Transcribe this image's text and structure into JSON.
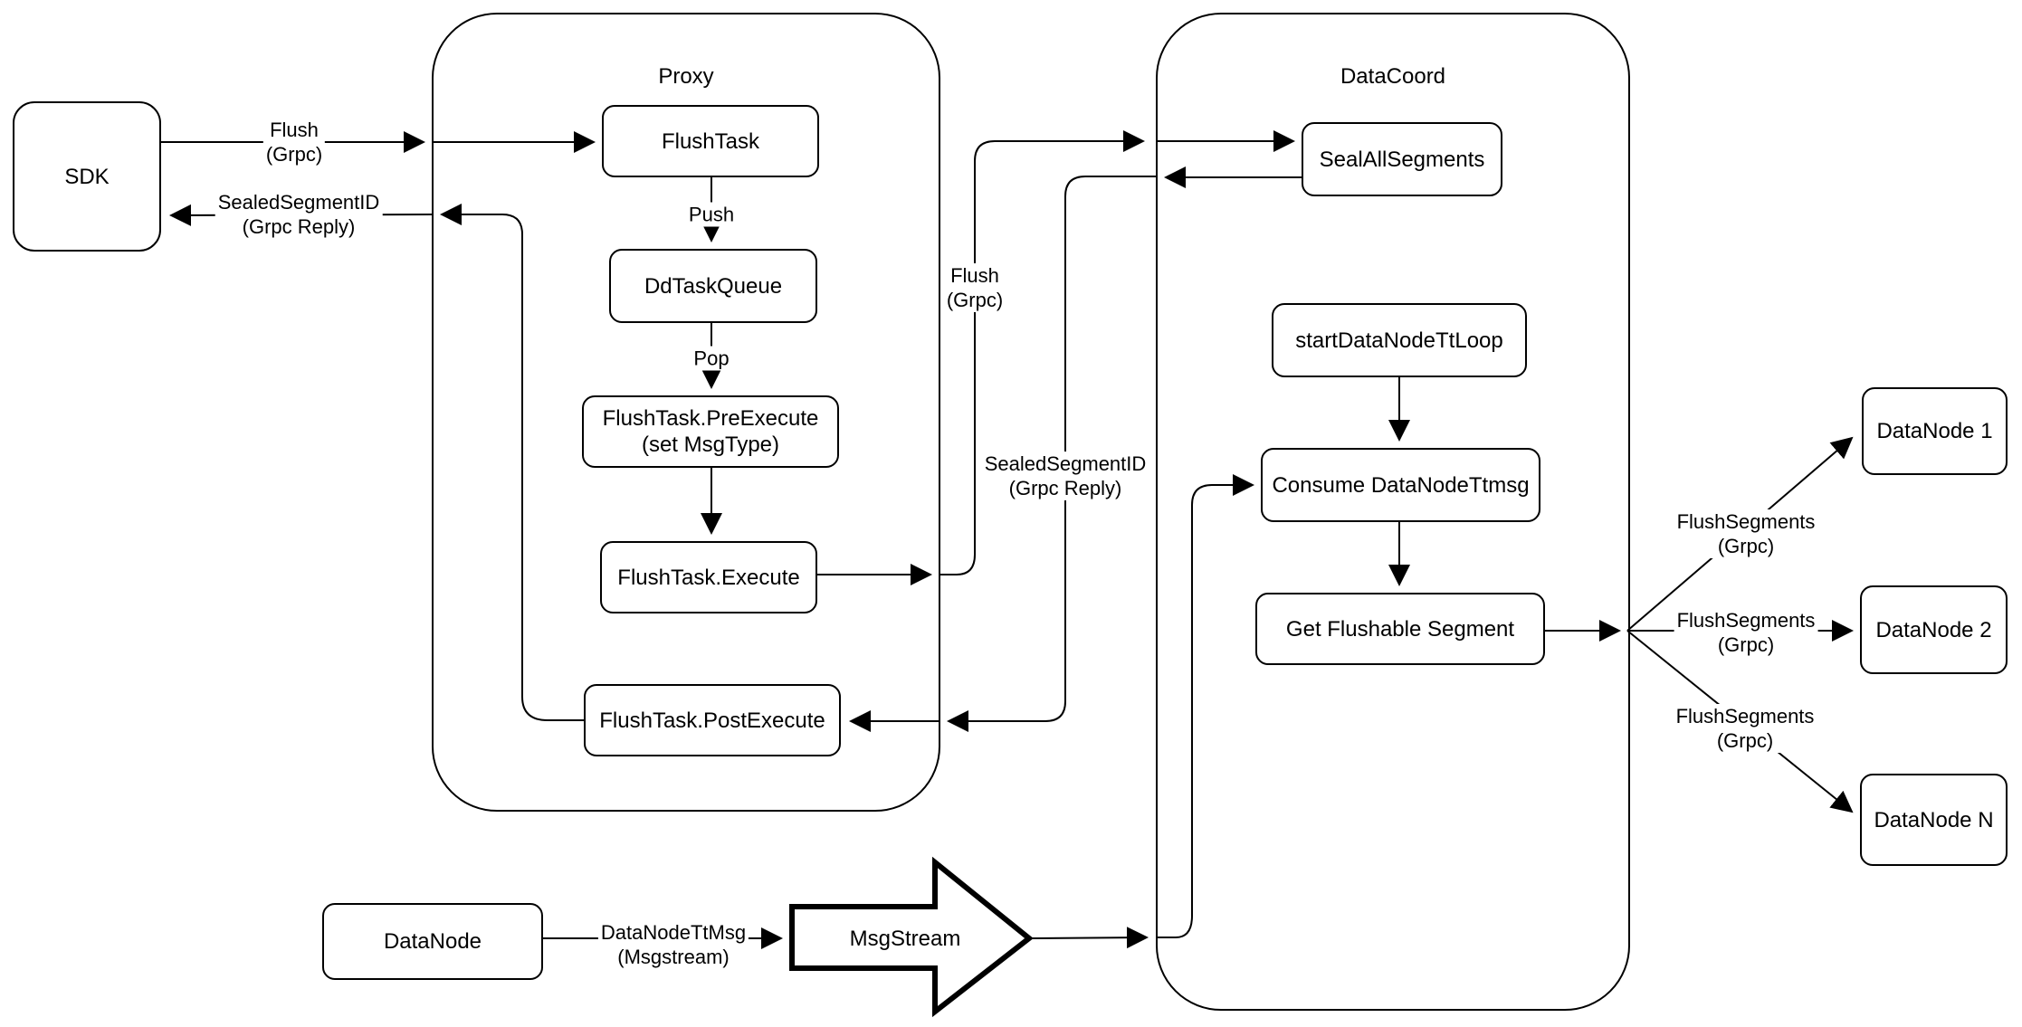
{
  "diagram": {
    "background_color": "#ffffff",
    "stroke_color": "#000000",
    "containers": {
      "proxy": {
        "label": "Proxy"
      },
      "datacoord": {
        "label": "DataCoord"
      }
    },
    "nodes": {
      "sdk": {
        "label": "SDK"
      },
      "flush_task": {
        "label": "FlushTask"
      },
      "dd_task_queue": {
        "label": "DdTaskQueue"
      },
      "pre_execute": {
        "line1": "FlushTask.PreExecute",
        "line2": "(set MsgType)"
      },
      "execute": {
        "label": "FlushTask.Execute"
      },
      "post_execute": {
        "label": "FlushTask.PostExecute"
      },
      "seal_all_segments": {
        "label": "SealAllSegments"
      },
      "start_datanode_tt_loop": {
        "label": "startDataNodeTtLoop"
      },
      "consume_datanode_ttmsg": {
        "label": "Consume DataNodeTtmsg"
      },
      "get_flushable_segment": {
        "label": "Get Flushable Segment"
      },
      "datanode_1": {
        "label": "DataNode 1"
      },
      "datanode_2": {
        "label": "DataNode 2"
      },
      "datanode_n": {
        "label": "DataNode N"
      },
      "datanode_bottom": {
        "label": "DataNode"
      },
      "msgstream": {
        "label": "MsgStream"
      }
    },
    "edge_labels": {
      "flush_left": {
        "line1": "Flush",
        "line2": "(Grpc)"
      },
      "push": {
        "line1": "Push"
      },
      "pop": {
        "line1": "Pop"
      },
      "flush_mid": {
        "line1": "Flush",
        "line2": "(Grpc)"
      },
      "sealed_mid": {
        "line1": "SealedSegmentID",
        "line2": "(Grpc Reply)"
      },
      "sealed_left": {
        "line1": "SealedSegmentID",
        "line2": "(Grpc Reply)"
      },
      "flush_segments_1": {
        "line1": "FlushSegments",
        "line2": "(Grpc)"
      },
      "flush_segments_2": {
        "line1": "FlushSegments",
        "line2": "(Grpc)"
      },
      "flush_segments_3": {
        "line1": "FlushSegments",
        "line2": "(Grpc)"
      },
      "datanode_ttmsg": {
        "line1": "DataNodeTtMsg",
        "line2": "(Msgstream)"
      }
    }
  }
}
